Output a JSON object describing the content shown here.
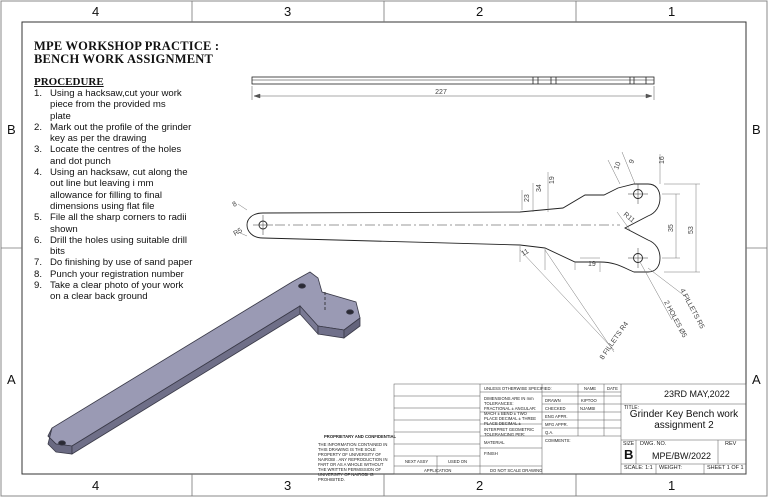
{
  "frame": {
    "top_zones": [
      "4",
      "3",
      "2",
      "1"
    ],
    "bottom_zones": [
      "4",
      "3",
      "2",
      "1"
    ],
    "left_zones": [
      "B",
      "A"
    ],
    "right_zones": [
      "B",
      "A"
    ]
  },
  "heading": {
    "line1": "MPE WORKSHOP PRACTICE :",
    "line2": "BENCH WORK ASSIGNMENT"
  },
  "procedure": {
    "title": "PROCEDURE",
    "steps": [
      {
        "n": "1.",
        "lines": [
          "Using a hacksaw,cut your work",
          "piece from the provided ms",
          "plate"
        ]
      },
      {
        "n": "2.",
        "lines": [
          "Mark out the profile of the grinder",
          "key as per the drawing"
        ]
      },
      {
        "n": "3.",
        "lines": [
          "Locate the centres  of the holes",
          "and dot punch"
        ]
      },
      {
        "n": "4.",
        "lines": [
          "Using an hacksaw, cut along the",
          "out line but leaving i mm",
          "allowance for filling to final",
          "dimensions using flat file"
        ]
      },
      {
        "n": "5.",
        "lines": [
          "File all the sharp corners to radii",
          "shown"
        ]
      },
      {
        "n": "6.",
        "lines": [
          "Drill the holes using suitable drill",
          "bits"
        ]
      },
      {
        "n": "7.",
        "lines": [
          "Do finishing by use of sand paper"
        ]
      },
      {
        "n": "8.",
        "lines": [
          "Punch your registration number"
        ]
      },
      {
        "n": "9.",
        "lines": [
          "Take a clear photo of your work",
          "on a clear back ground"
        ]
      }
    ]
  },
  "dimensions": {
    "length": "227",
    "d8": "8",
    "r5": "R5",
    "w23": "23",
    "w34": "34",
    "w19a": "19",
    "w11": "11",
    "w19b": "19",
    "t10": "10",
    "t9": "9",
    "t16": "16",
    "r11": "R11",
    "h35": "35",
    "h53": "53",
    "fillets_r5": "4 FILLETS R5",
    "holes": "2 HOLES Ø5",
    "fillets_r4": "8 FILLETS R4"
  },
  "title_block": {
    "date": "23RD MAY,2022",
    "title_label": "TITLE:",
    "title_line1": "Grinder Key Bench work",
    "title_line2": "assignment 2",
    "size_label": "SIZE",
    "size": "B",
    "dwg_label": "DWG.  NO.",
    "dwg_no": "MPE/BW/2022",
    "rev_label": "REV",
    "scale": "SCALE: 1:1",
    "weight": "WEIGHT:",
    "sheet": "SHEET 1 OF 1",
    "name_hdr": "NAME",
    "date_hdr": "DATE",
    "drawn": "DRAWN",
    "drawn_name": "KIPTOO",
    "checked": "CHECKED",
    "checked_name": "NJAMBI",
    "eng_appr": "ENG APPR.",
    "mfg_appr": "MFG APPR.",
    "qa": "Q.A.",
    "comments": "COMMENTS:",
    "unless": "UNLESS OTHERWISE SPECIFIED:",
    "dims_note": "DIMENSIONS ARE IN mm TOLERANCES: FRACTIONAL ± ANGULAR: MACH ±  BEND ± TWO PLACE DECIMAL ± THREE PLACE DECIMAL ±",
    "interpret": "INTERPRET GEOMETRIC TOLERANCING PER:",
    "material": "MATERIAL",
    "finish": "FINISH",
    "next_assy": "NEXT ASSY",
    "used_on": "USED ON",
    "application": "APPLICATION",
    "do_not_scale": "DO NOT SCALE DRAWING",
    "proprietary": "PROPRIETARY AND CONFIDENTIAL",
    "prop_text": "THE INFORMATION CONTAINED IN THIS DRAWING IS THE SOLE PROPERTY OF UNIVERSITY OF NAIROBI . ANY REPRODUCTION IN PART OR AS A WHOLE WITHOUT THE WRITTEN PERMISSION OF UNIVERSITY OF NAIROBI IS PROHIBITED."
  }
}
